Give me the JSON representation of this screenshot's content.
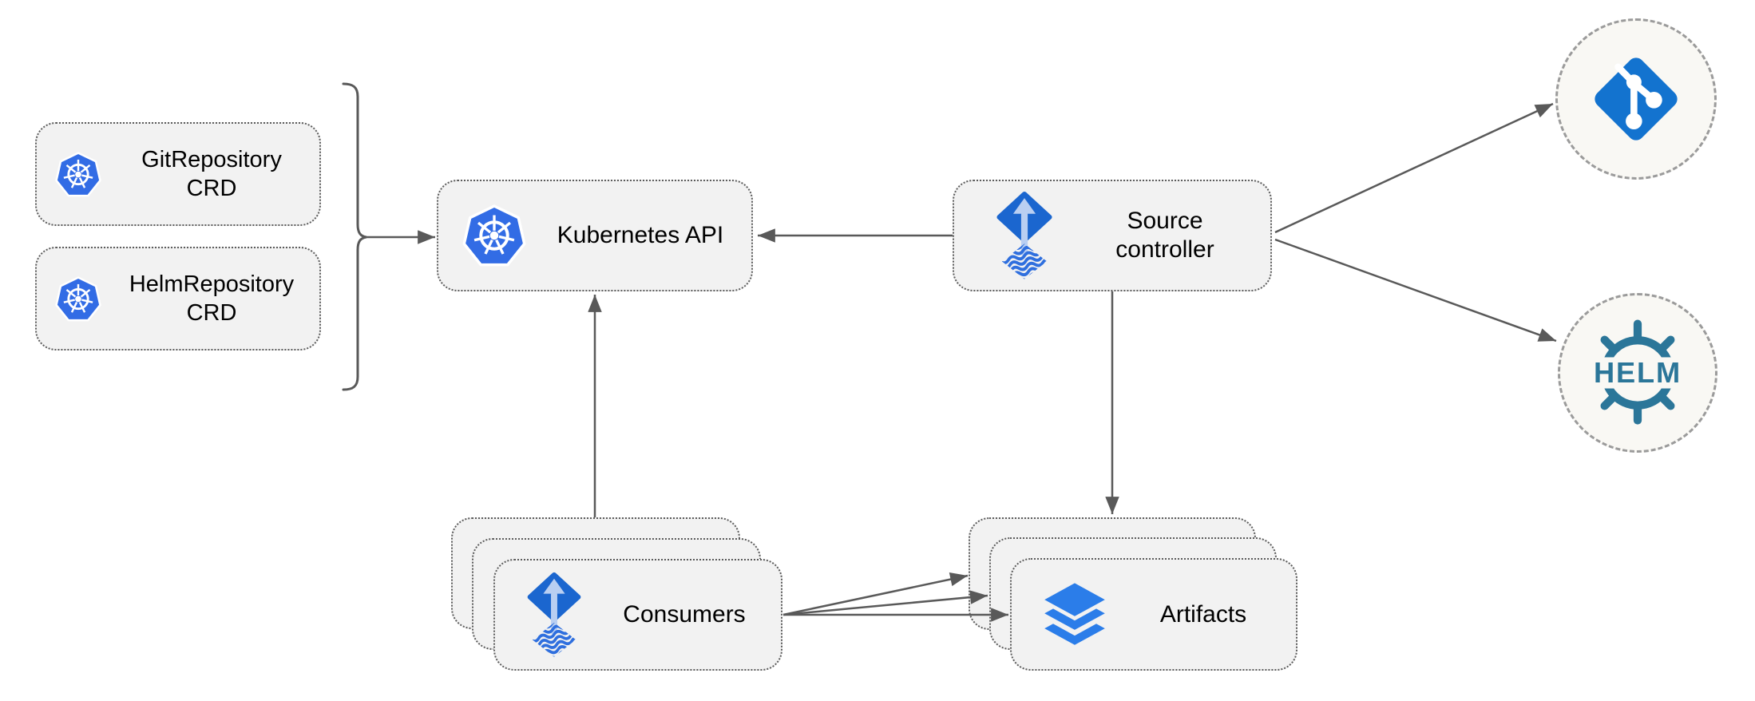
{
  "diagram": {
    "nodes": {
      "git_repository_crd": {
        "line1": "GitRepository",
        "line2": "CRD",
        "icon": "kubernetes-icon"
      },
      "helm_repository_crd": {
        "line1": "HelmRepository",
        "line2": "CRD",
        "icon": "kubernetes-icon"
      },
      "kubernetes_api": {
        "label": "Kubernetes API",
        "icon": "kubernetes-icon"
      },
      "source_controller": {
        "line1": "Source",
        "line2": "controller",
        "icon": "flux-source-controller-icon"
      },
      "consumers": {
        "label": "Consumers",
        "icon": "flux-source-controller-icon",
        "stack_count": 3
      },
      "artifacts": {
        "label": "Artifacts",
        "icon": "layers-icon",
        "stack_count": 3
      },
      "git_repository": {
        "icon": "git-icon"
      },
      "helm_registry": {
        "icon": "helm-icon",
        "label": "HELM"
      }
    },
    "edges": [
      {
        "id": "crd-group-to-kubernetes-api",
        "from": "crd-group",
        "to": "kubernetes_api"
      },
      {
        "id": "source-controller-to-kubernetes-api",
        "from": "source_controller",
        "to": "kubernetes_api"
      },
      {
        "id": "consumers-to-kubernetes-api",
        "from": "consumers",
        "to": "kubernetes_api"
      },
      {
        "id": "source-controller-to-artifacts",
        "from": "source_controller",
        "to": "artifacts"
      },
      {
        "id": "source-controller-to-git-repository",
        "from": "source_controller",
        "to": "git_repository"
      },
      {
        "id": "source-controller-to-helm-registry",
        "from": "source_controller",
        "to": "helm_registry"
      },
      {
        "id": "consumers-to-artifacts-back",
        "from": "consumers",
        "to": "artifacts"
      },
      {
        "id": "consumers-to-artifacts-middle",
        "from": "consumers",
        "to": "artifacts"
      },
      {
        "id": "consumers-to-artifacts-front",
        "from": "consumers",
        "to": "artifacts"
      }
    ],
    "colors": {
      "kubernetes_blue": "#326CE5",
      "flux_diamond_blue": "#1B66CF",
      "flux_arrow_light": "#B9CFF2",
      "flux_wave_blue": "#2F6FDE",
      "git_blue": "#1373CF",
      "helm_teal": "#2B7699",
      "layers_blue": "#2B7DE9",
      "box_fill": "#F2F2F2",
      "box_border": "#5C5C5C",
      "circle_fill": "#F9F8F4",
      "circle_border": "#9B9B9B",
      "arrow_gray": "#595959",
      "label_color": "#000000"
    }
  }
}
